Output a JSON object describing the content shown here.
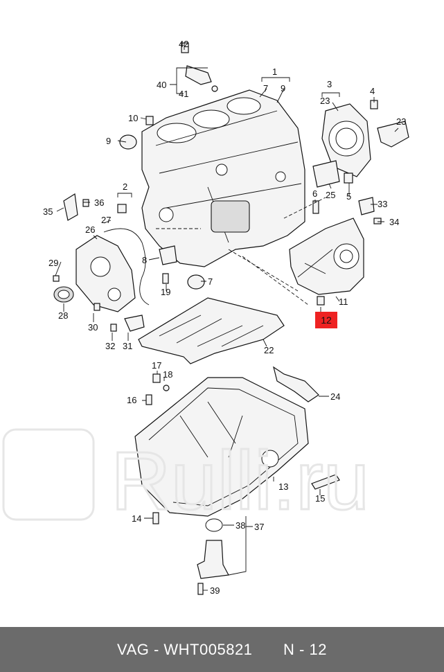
{
  "diagram": {
    "callouts": [
      "42",
      "40",
      "41",
      "1",
      "7",
      "9",
      "3",
      "23",
      "4",
      "10",
      "9",
      "23",
      "25",
      "6",
      "5",
      "33",
      "34",
      "2",
      "36",
      "35",
      "27",
      "26",
      "8",
      "29",
      "19",
      "7",
      "11",
      "12",
      "28",
      "30",
      "32",
      "31",
      "22",
      "17",
      "18",
      "16",
      "24",
      "15",
      "13",
      "14",
      "38",
      "37",
      "39"
    ],
    "highlighted_part": "12",
    "highlight_color": "#ee2222"
  },
  "watermark": {
    "text": "Rulli.ru"
  },
  "footer": {
    "brand_code": "VAG - WHT005821",
    "page": "N - 12",
    "background": "#6b6b6b"
  }
}
